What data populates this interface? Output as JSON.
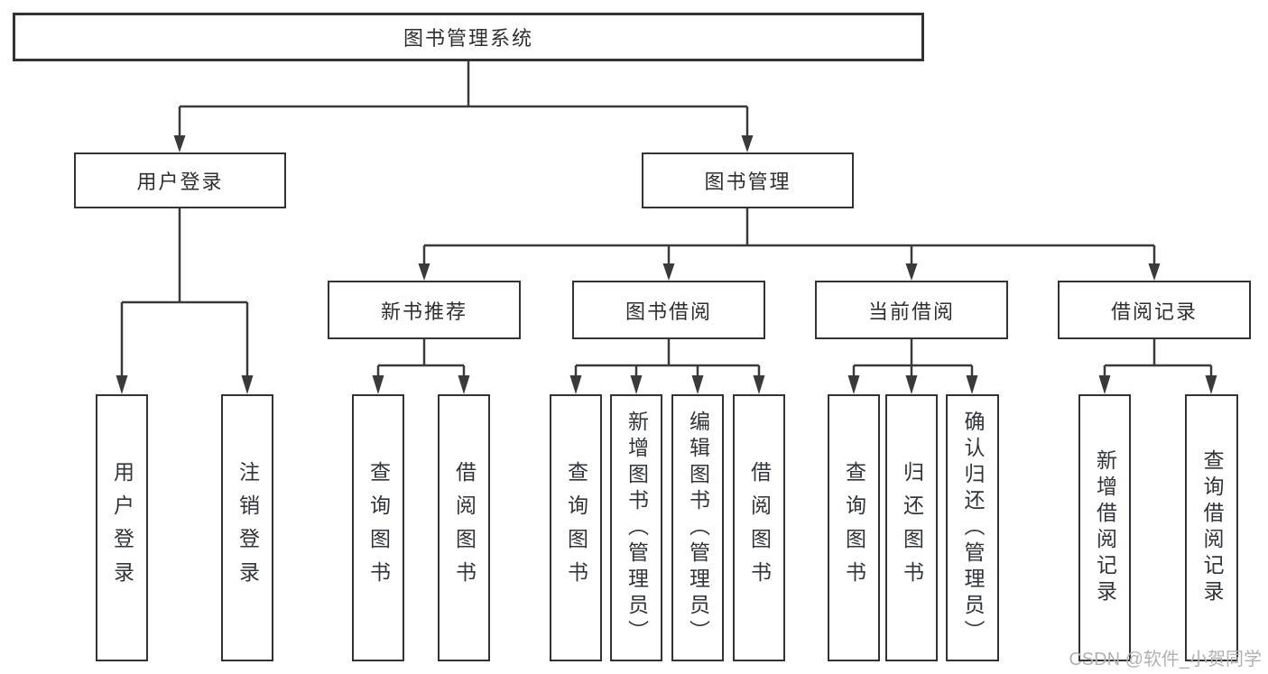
{
  "diagram": {
    "root": {
      "label": "图书管理系统"
    },
    "branches": [
      {
        "label": "用户登录",
        "children": [
          {
            "label": "用户登录"
          },
          {
            "label": "注销登录"
          }
        ]
      },
      {
        "label": "图书管理",
        "children": [
          {
            "label": "新书推荐",
            "children": [
              {
                "label": "查询图书"
              },
              {
                "label": "借阅图书"
              }
            ]
          },
          {
            "label": "图书借阅",
            "children": [
              {
                "label": "查询图书"
              },
              {
                "label": "新增图书（管理员）"
              },
              {
                "label": "编辑图书（管理员）"
              },
              {
                "label": "借阅图书"
              }
            ]
          },
          {
            "label": "当前借阅",
            "children": [
              {
                "label": "查询图书"
              },
              {
                "label": "归还图书"
              },
              {
                "label": "确认归还（管理员）"
              }
            ]
          },
          {
            "label": "借阅记录",
            "children": [
              {
                "label": "新增借阅记录"
              },
              {
                "label": "查询借阅记录"
              }
            ]
          }
        ]
      }
    ]
  },
  "watermark": {
    "text": "CSDN @软件_小贺同学"
  },
  "colors": {
    "line": "#3a3a3a",
    "box_border": "#333333",
    "text": "#2f2f2f",
    "watermark": "#b1b1b1",
    "background": "#ffffff"
  }
}
